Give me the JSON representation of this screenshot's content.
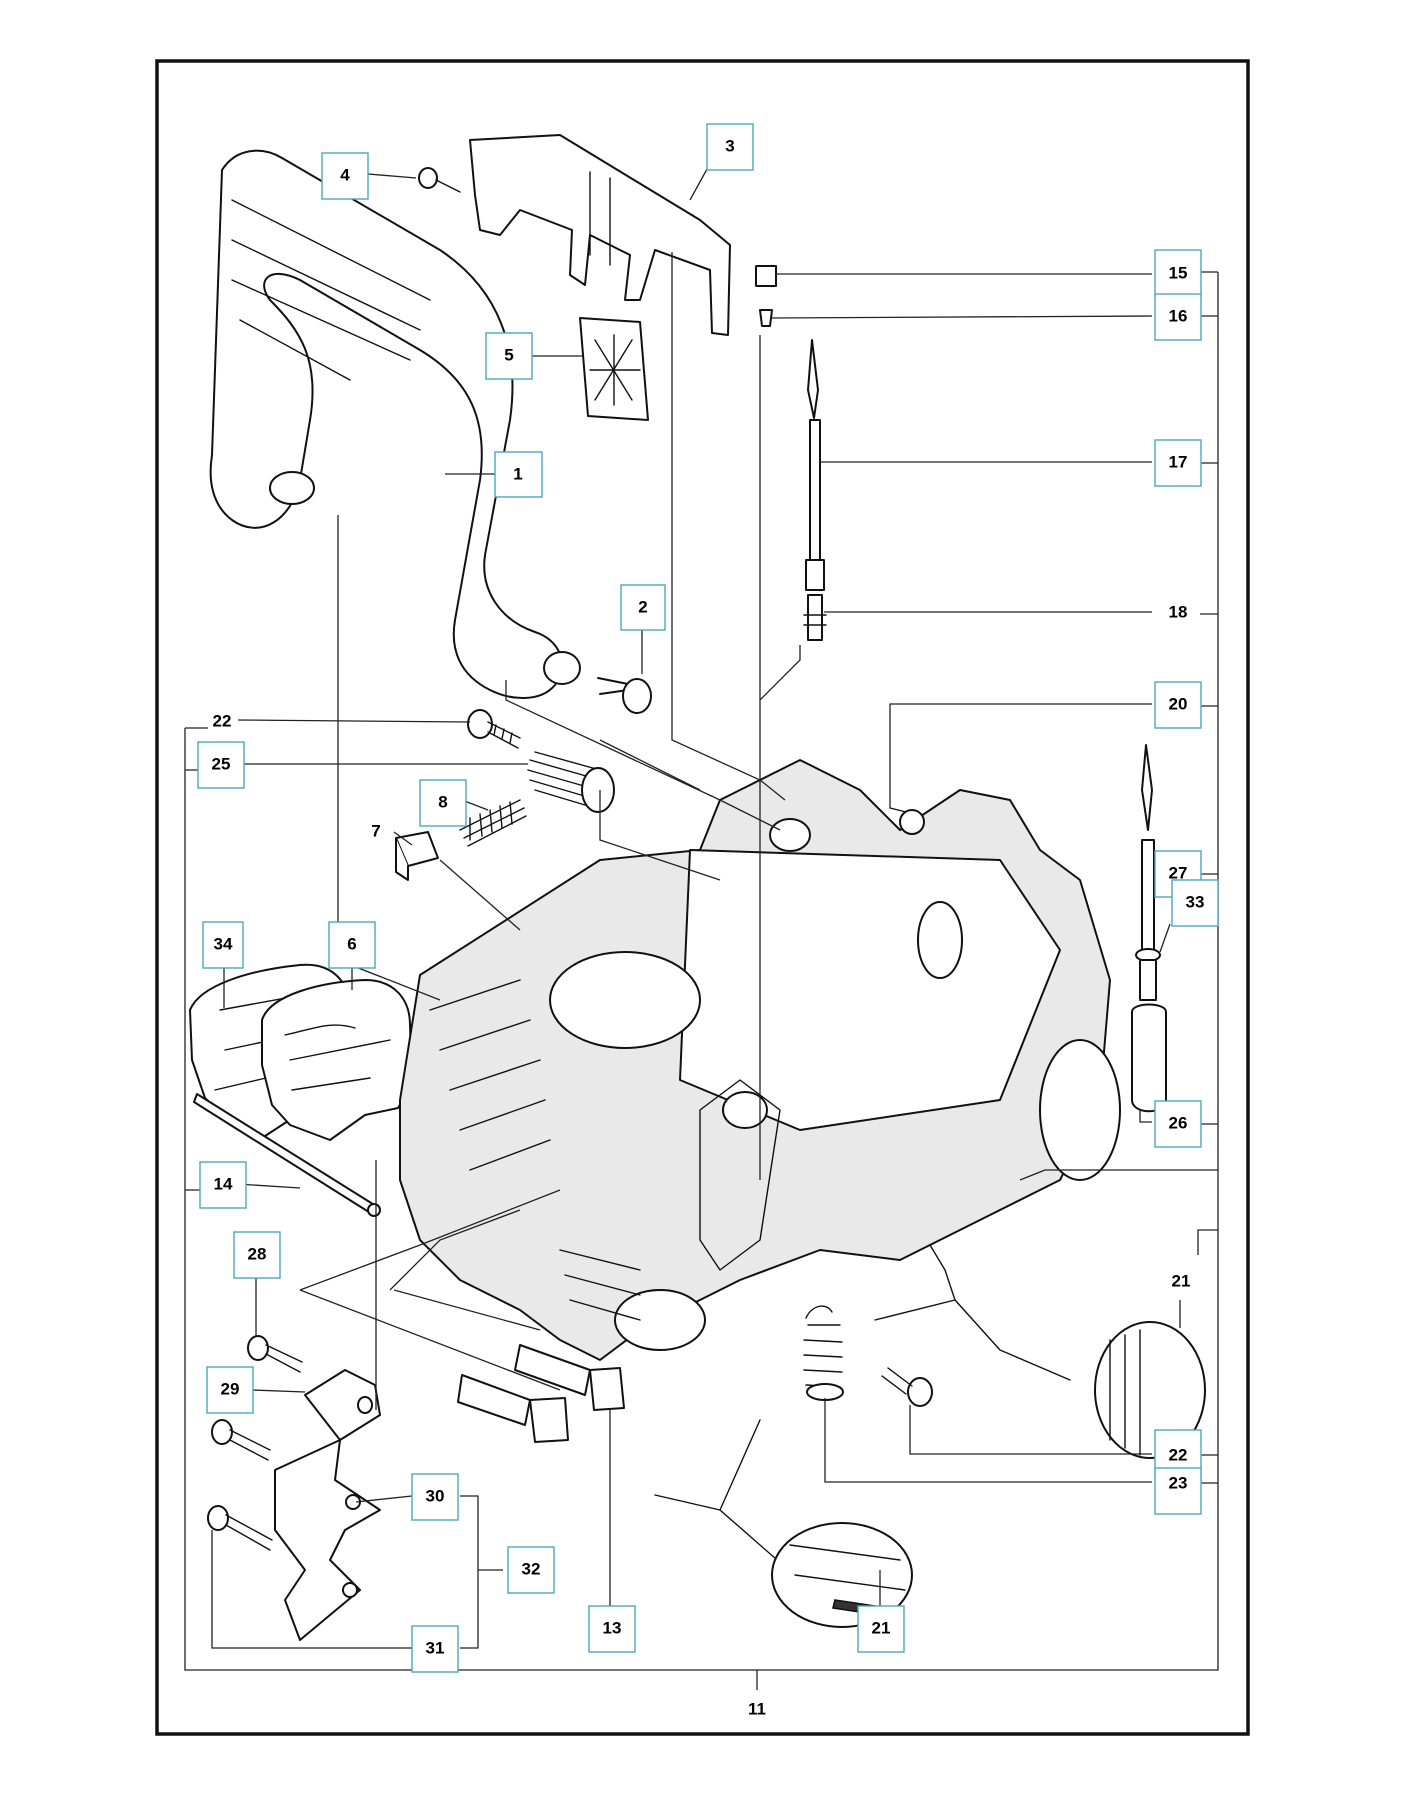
{
  "callouts": [
    {
      "id": "c1",
      "label": "1",
      "boxed": true
    },
    {
      "id": "c2",
      "label": "2",
      "boxed": true
    },
    {
      "id": "c3",
      "label": "3",
      "boxed": true
    },
    {
      "id": "c4",
      "label": "4",
      "boxed": true
    },
    {
      "id": "c5",
      "label": "5",
      "boxed": true
    },
    {
      "id": "c6",
      "label": "6",
      "boxed": true
    },
    {
      "id": "c7",
      "label": "7",
      "boxed": true
    },
    {
      "id": "c8",
      "label": "8",
      "boxed": true
    },
    {
      "id": "c11",
      "label": "11",
      "boxed": false
    },
    {
      "id": "c13",
      "label": "13",
      "boxed": true
    },
    {
      "id": "c14",
      "label": "14",
      "boxed": true
    },
    {
      "id": "c15",
      "label": "15",
      "boxed": true
    },
    {
      "id": "c16",
      "label": "16",
      "boxed": true
    },
    {
      "id": "c17",
      "label": "17",
      "boxed": true
    },
    {
      "id": "c18",
      "label": "18",
      "boxed": true
    },
    {
      "id": "c20",
      "label": "20",
      "boxed": true
    },
    {
      "id": "c21a",
      "label": "21",
      "boxed": false
    },
    {
      "id": "c21b",
      "label": "21",
      "boxed": true
    },
    {
      "id": "c22a",
      "label": "22",
      "boxed": false
    },
    {
      "id": "c22b",
      "label": "22",
      "boxed": true
    },
    {
      "id": "c23",
      "label": "23",
      "boxed": true
    },
    {
      "id": "c25",
      "label": "25",
      "boxed": true
    },
    {
      "id": "c26",
      "label": "26",
      "boxed": true
    },
    {
      "id": "c27",
      "label": "27",
      "boxed": true
    },
    {
      "id": "c28",
      "label": "28",
      "boxed": true
    },
    {
      "id": "c29",
      "label": "29",
      "boxed": true
    },
    {
      "id": "c30",
      "label": "30",
      "boxed": true
    },
    {
      "id": "c31",
      "label": "31",
      "boxed": true
    },
    {
      "id": "c32",
      "label": "32",
      "boxed": true
    },
    {
      "id": "c33",
      "label": "33",
      "boxed": true
    },
    {
      "id": "c34",
      "label": "34",
      "boxed": true
    }
  ],
  "colors": {
    "frame": "#111111",
    "tag_border": "#49a9bf",
    "line": "#222222"
  }
}
